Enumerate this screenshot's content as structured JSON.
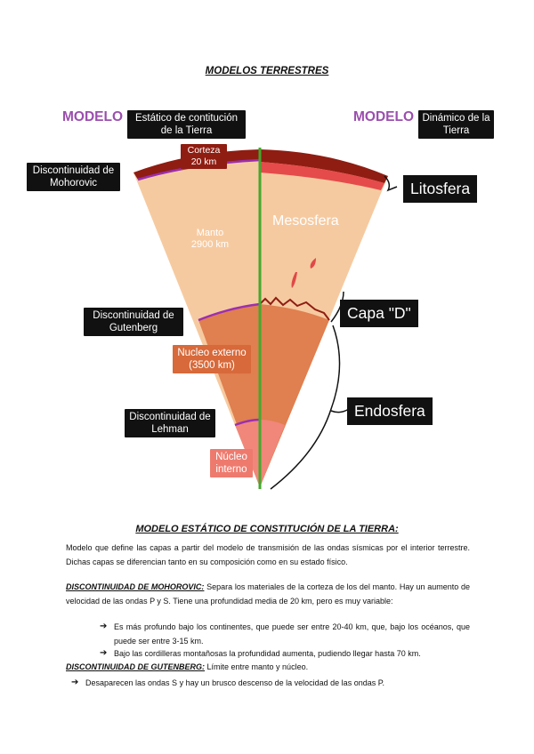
{
  "page_title": "MODELOS TERRESTRES",
  "diagram": {
    "static_model": {
      "modelo": "MODELO",
      "label": "Estático de contitución de la Tierra",
      "corteza": "Corteza 20 km",
      "manto": "Manto 2900 km",
      "nucleo_externo": "Nucleo externo (3500 km)",
      "nucleo_interno": "Núcleo interno",
      "discontinuities": [
        "Discontinuidad de Mohorovic",
        "Discontinuidad de Gutenberg",
        "Discontinuidad de Lehman"
      ]
    },
    "dynamic_model": {
      "modelo": "MODELO",
      "label": "Dinámico de la Tierra",
      "litosfera": "Litosfera",
      "mesosfera": "Mesosfera",
      "capa_d": "Capa \"D\"",
      "endosfera": "Endosfera"
    },
    "colors": {
      "crust": "#8f1d12",
      "crust_dynamic": "#e54b4b",
      "mantle": "#f6caa0",
      "outer_core": "#e07f4f",
      "inner_core": "#f0877a",
      "divider": "#43a82d",
      "discontinuity": "#9b2fb0"
    }
  },
  "section": {
    "title": "MODELO ESTÁTICO DE CONSTITUCIÓN DE LA TIERRA:",
    "intro": "Modelo que define las capas a partir del modelo de transmisión de las ondas sísmicas por el interior terrestre. Dichas capas se diferencian tanto en su composición como en su estado físico.",
    "moho_term": "DISCONTINUIDAD DE MOHOROVIC:",
    "moho_text": " Separa los materiales de la corteza de los del manto. Hay un aumento de velocidad de las ondas P y S. Tiene una profundidad media de 20 km, pero es muy variable:",
    "moho_bullets": [
      "Es más profundo bajo los continentes, que puede ser entre 20-40 km, que, bajo los océanos, que puede ser entre 3-15 km.",
      "Bajo las cordilleras montañosas la profundidad aumenta, pudiendo llegar hasta 70 km."
    ],
    "gut_term": "DISCONTINUIDAD DE GUTENBERG:",
    "gut_text": " Límite entre manto y núcleo.",
    "gut_bullets": [
      "Desaparecen las ondas S y hay un brusco descenso de la velocidad de las ondas P."
    ],
    "arrow_glyph": "➔"
  }
}
